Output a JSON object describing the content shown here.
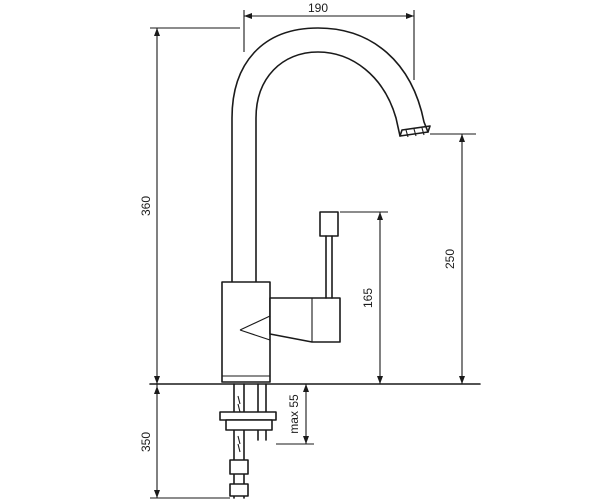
{
  "dimensions": {
    "spout_reach": "190",
    "total_height": "360",
    "spout_height": "250",
    "lever_height": "165",
    "shank_length": "350",
    "max_worktop": "max 55"
  }
}
